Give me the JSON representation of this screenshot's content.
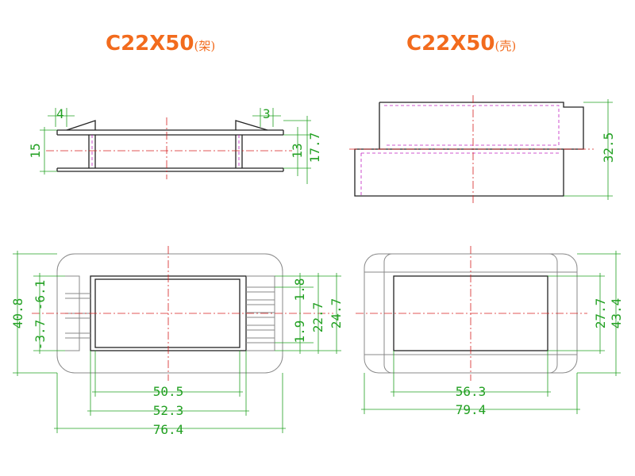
{
  "titles": {
    "left_main": "C22X50",
    "left_sub": "(架)",
    "right_main": "C22X50",
    "right_sub": "(壳)"
  },
  "dimensions": {
    "bobbin_side": {
      "flange_left": "4",
      "flange_right": "3",
      "height_inner": "15",
      "height_13": "13",
      "height_17_7": "17.7"
    },
    "case_side": {
      "height": "32.5"
    },
    "bobbin_top": {
      "h_40_8": "40.8",
      "h_6_1": "-6.1",
      "h_3_7": "-3.7",
      "h_1_8": "1.8",
      "h_1_9": "1.9",
      "h_22_7": "22.7",
      "h_24_7": "24.7",
      "w_50_5": "50.5",
      "w_52_3": "52.3",
      "w_76_4": "76.4"
    },
    "case_top": {
      "h_27_7": "27.7",
      "h_43_4": "43.4",
      "w_56_3": "56.3",
      "w_79_4": "79.4"
    }
  },
  "colors": {
    "title": "#f26b1d",
    "dimension": "#22a022",
    "centerline": "#d62020",
    "hidden": "#c020c0",
    "outline": "#222222"
  }
}
